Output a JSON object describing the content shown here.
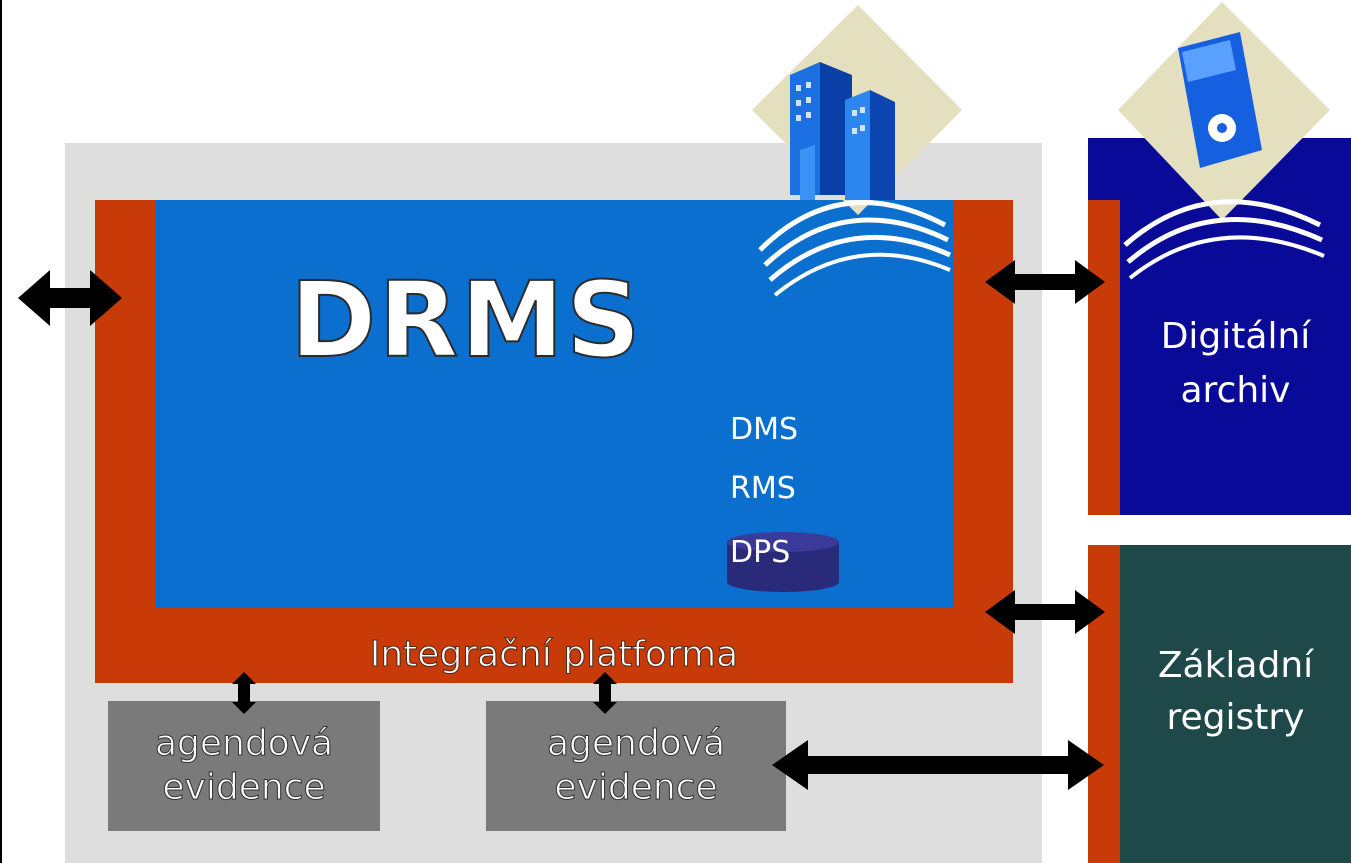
{
  "drms": {
    "title": "DRMS",
    "components": [
      "DMS",
      "RMS",
      "DPS"
    ],
    "platform_label": "Integrační platforma"
  },
  "agenda_boxes": [
    {
      "line1": "agendová",
      "line2": "evidence"
    },
    {
      "line1": "agendová",
      "line2": "evidence"
    }
  ],
  "archive": {
    "line1": "Digitální",
    "line2": "archiv"
  },
  "registries": {
    "line1": "Základní",
    "line2": "registry"
  },
  "colors": {
    "platform_red": "#c83a08",
    "drms_blue": "#0b6fd0",
    "archive_navy": "#0a0a98",
    "registry_teal": "#1f4848",
    "agenda_gray": "#7a7a7a",
    "background_gray": "#dedede",
    "arrow": "#000000"
  },
  "icons": [
    "office-building-icon",
    "floppy-disk-icon",
    "database-cylinder-icon",
    "double-arrow-icon"
  ]
}
